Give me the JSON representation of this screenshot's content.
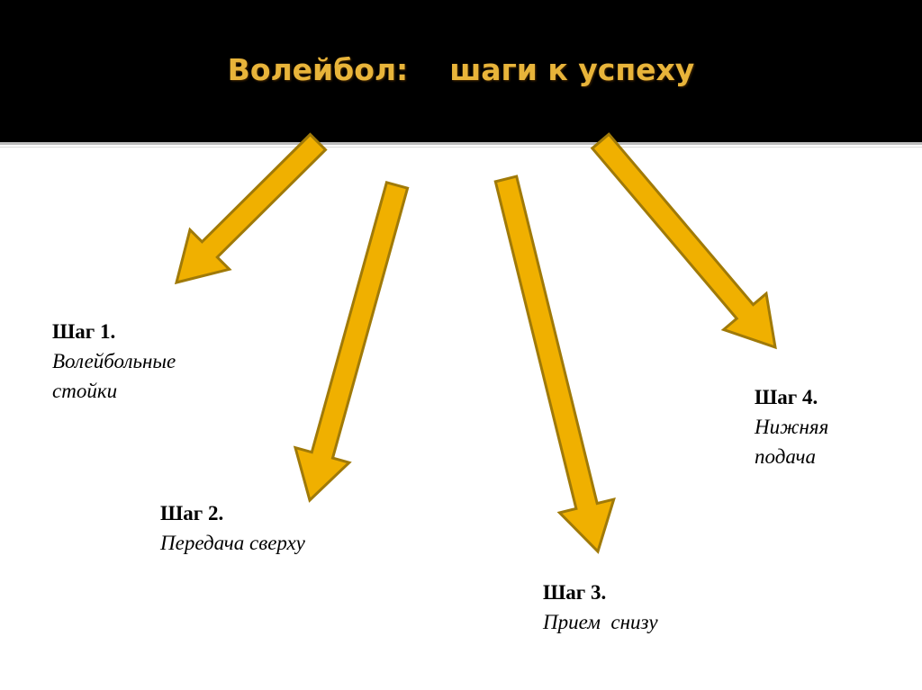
{
  "slide": {
    "title": "Волейбол:    шаги к успеху",
    "arrow_fill": "#f0b000",
    "arrow_stroke": "#a07a08"
  },
  "steps": [
    {
      "title": "Шаг 1.",
      "lines": [
        "Волейбольные",
        "стойки"
      ]
    },
    {
      "title": "Шаг 2.",
      "lines": [
        "Передача сверху"
      ]
    },
    {
      "title": "Шаг 3.",
      "lines": [
        "Прием  снизу"
      ]
    },
    {
      "title": "Шаг 4.",
      "lines": [
        "Нижняя",
        "подача"
      ]
    }
  ]
}
